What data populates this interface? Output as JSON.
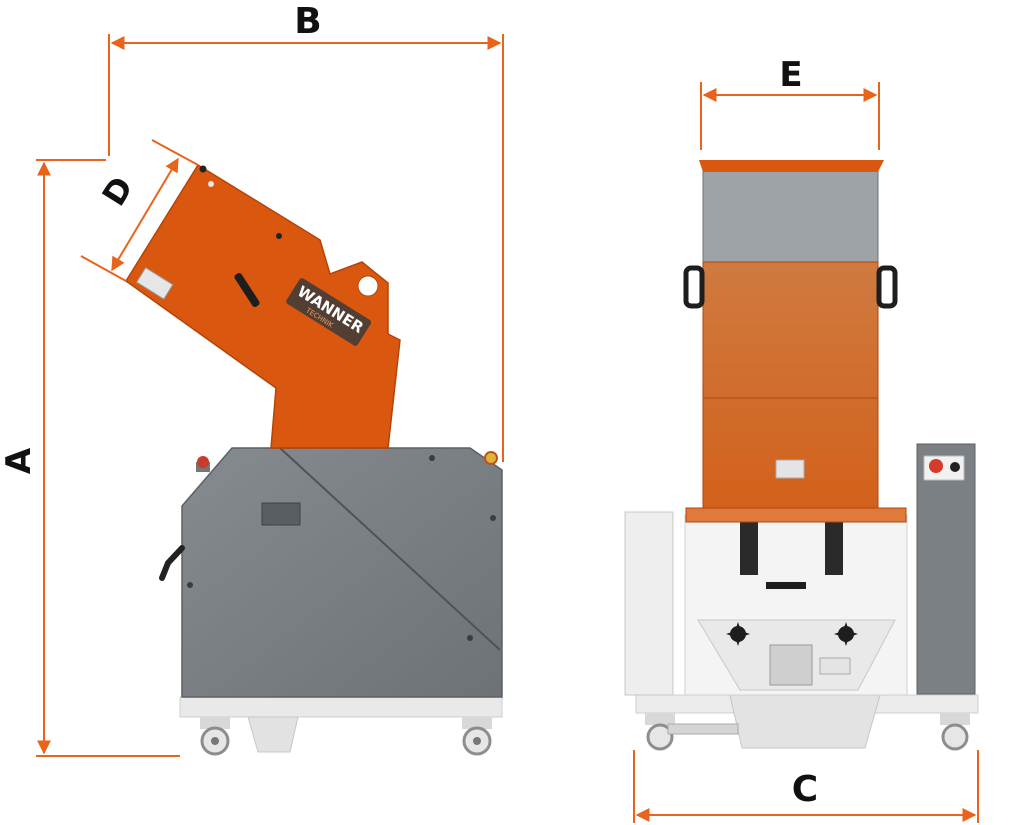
{
  "colors": {
    "dimension_line": "#e8641b",
    "hopper_orange": "#d9570f",
    "body_grey": "#7b8084",
    "frame_light": "#ececec",
    "label_text": "#111111"
  },
  "dimensions": {
    "A": "A",
    "B": "B",
    "C": "C",
    "D": "D",
    "E": "E"
  },
  "logo": {
    "brand": "WANNER",
    "sub": "TECHNIK"
  },
  "icons": {
    "emergency_stop": "emergency-stop-icon",
    "handle": "handle-icon",
    "caster_wheel": "caster-wheel-icon",
    "star_knob": "star-knob-icon"
  }
}
